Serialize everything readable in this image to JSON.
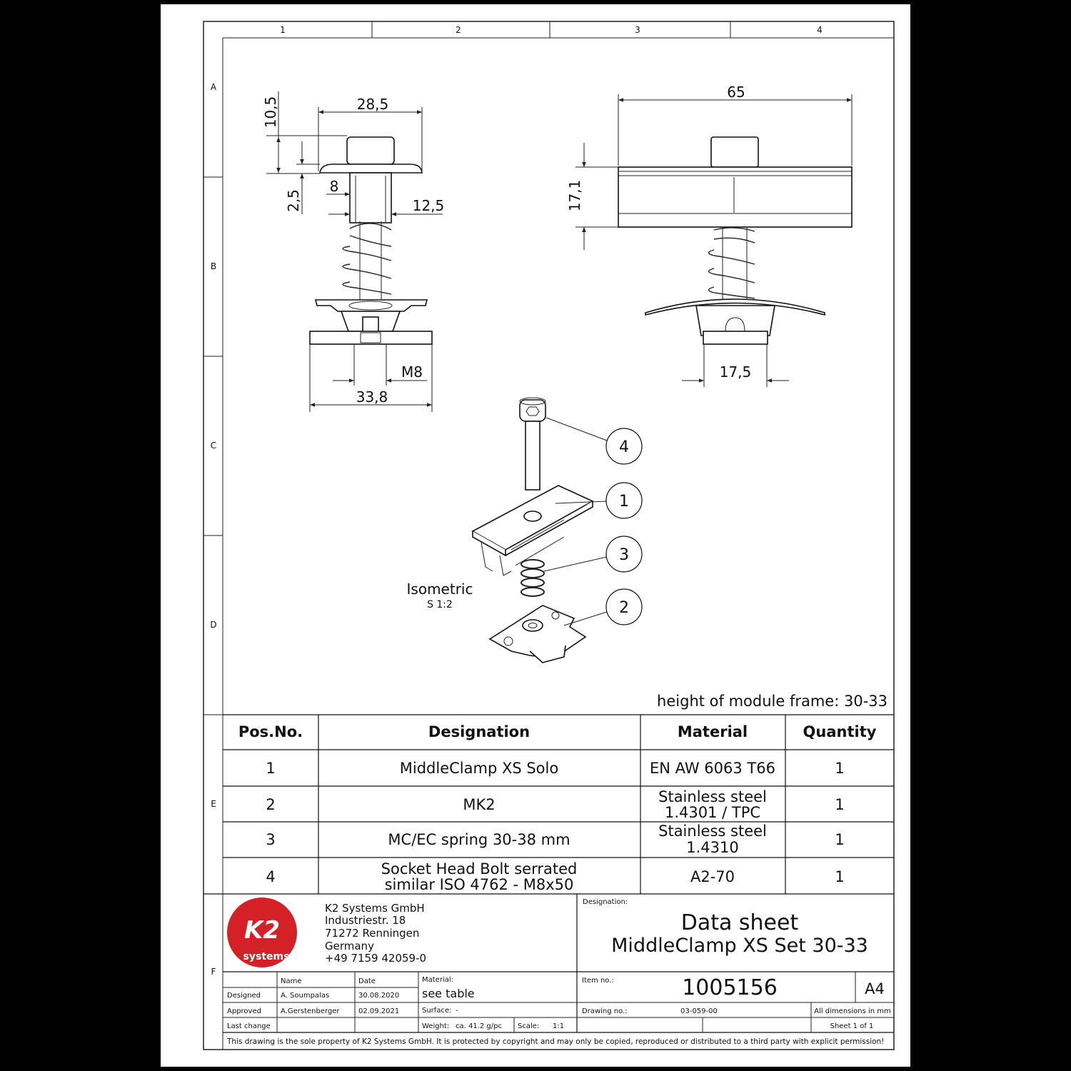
{
  "frame": {
    "col_labels": [
      "1",
      "2",
      "3",
      "4"
    ],
    "row_labels": [
      "A",
      "B",
      "C",
      "D",
      "E",
      "F"
    ]
  },
  "dimensions": {
    "d_10_5": "10,5",
    "d_28_5": "28,5",
    "d_2_5": "2,5",
    "d_8": "8",
    "d_12_5": "12,5",
    "d_m8": "M8",
    "d_33_8": "33,8",
    "d_65": "65",
    "d_17_1": "17,1",
    "d_17_5": "17,5"
  },
  "isometric": {
    "label": "Isometric",
    "scale": "S 1:2",
    "balloons": [
      "4",
      "1",
      "3",
      "2"
    ]
  },
  "module_note": "height of module frame: 30-33",
  "parts_table": {
    "headers": [
      "Pos.No.",
      "Designation",
      "Material",
      "Quantity"
    ],
    "rows": [
      {
        "pos": "1",
        "designation": [
          "MiddleClamp XS Solo"
        ],
        "material": [
          "EN AW 6063 T66"
        ],
        "qty": "1"
      },
      {
        "pos": "2",
        "designation": [
          "MK2"
        ],
        "material": [
          "Stainless steel",
          "1.4301 / TPC"
        ],
        "qty": "1"
      },
      {
        "pos": "3",
        "designation": [
          "MC/EC spring 30-38 mm"
        ],
        "material": [
          "Stainless steel",
          "1.4310"
        ],
        "qty": "1"
      },
      {
        "pos": "4",
        "designation": [
          "Socket Head Bolt serrated",
          "similar ISO 4762 - M8x50"
        ],
        "material": [
          "A2-70"
        ],
        "qty": "1"
      }
    ]
  },
  "company": {
    "logo_text": "K2",
    "logo_sub": "systems",
    "address": [
      "K2 Systems GmbH",
      "Industriestr. 18",
      "71272 Renningen",
      "Germany",
      "+49 7159 42059-0"
    ],
    "brand_color": "#d42027"
  },
  "title_block": {
    "designation_label": "Designation:",
    "title_line1": "Data sheet",
    "title_line2": "MiddleClamp XS Set 30-33",
    "col_name": "Name",
    "col_date": "Date",
    "material_label": "Material:",
    "material_value": "see table",
    "designed_label": "Designed",
    "designed_name": "A. Soumpalas",
    "designed_date": "30.08.2020",
    "approved_label": "Approved",
    "approved_name": "A.Gerstenberger",
    "approved_date": "02.09.2021",
    "last_change_label": "Last change",
    "surface_label": "Surface:",
    "surface_value": "-",
    "weight_label": "Weight:",
    "weight_value": "ca. 41.2 g/pc",
    "scale_label": "Scale:",
    "scale_value": "1:1",
    "item_no_label": "Item no.:",
    "item_no": "1005156",
    "format": "A4",
    "drawing_no_label": "Drawing no.:",
    "drawing_no": "03-059-00",
    "units_note": "All dimensions in mm",
    "sheet": "Sheet 1 of 1",
    "copyright": "This drawing is the sole property of K2 Systems GmbH.  It is protected by copyright and may only be copied, reproduced or distributed to a third party with explicit permission!"
  }
}
